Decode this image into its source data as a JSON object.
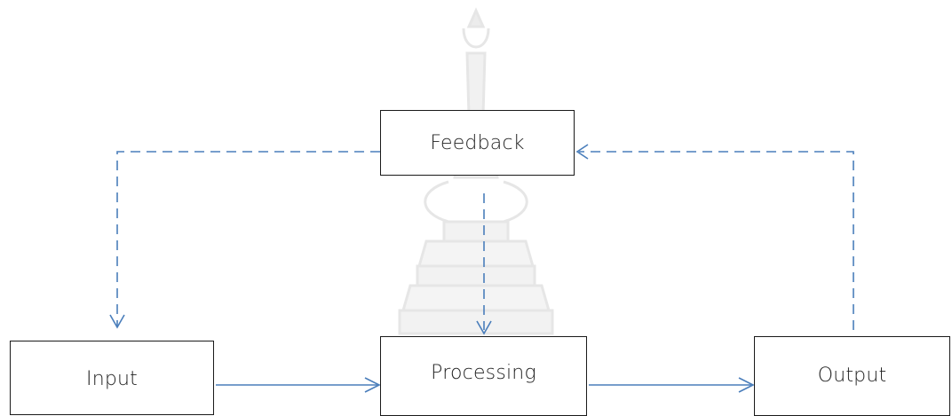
{
  "diagram": {
    "nodes": {
      "feedback": "Feedback",
      "input": "Input",
      "processing": "Processing",
      "output": "Output"
    },
    "edges": [
      {
        "from": "input",
        "to": "processing",
        "style": "solid"
      },
      {
        "from": "processing",
        "to": "output",
        "style": "solid"
      },
      {
        "from": "output",
        "to": "feedback",
        "style": "dashed"
      },
      {
        "from": "feedback",
        "to": "input",
        "style": "dashed"
      },
      {
        "from": "feedback",
        "to": "processing",
        "style": "dashed"
      }
    ],
    "colors": {
      "arrow": "#4a7ebb",
      "box_border": "#1a1a1a",
      "text": "#222222",
      "watermark": "#e6e6e6"
    },
    "watermark": "university-emblem"
  }
}
